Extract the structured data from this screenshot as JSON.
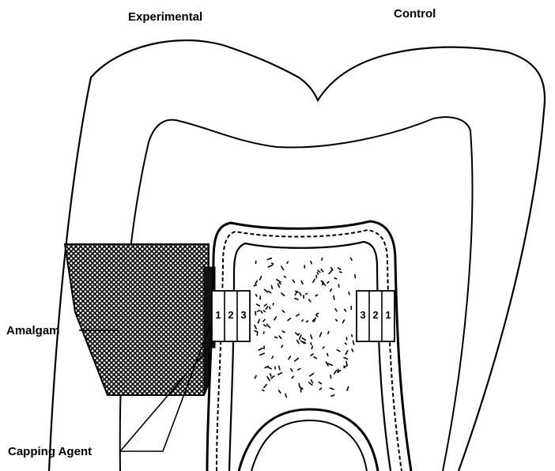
{
  "header": {
    "experimental_label": "Experimental",
    "control_label": "Control"
  },
  "callouts": {
    "amalgam_label": "Amalgam",
    "capping_agent_label": "Capping Agent"
  },
  "experimental_zones": [
    "1",
    "2",
    "3"
  ],
  "control_zones": [
    "3",
    "2",
    "1"
  ],
  "colors": {
    "line": "#000000",
    "background": "#ffffff",
    "zone_fill": "#ffffff"
  }
}
